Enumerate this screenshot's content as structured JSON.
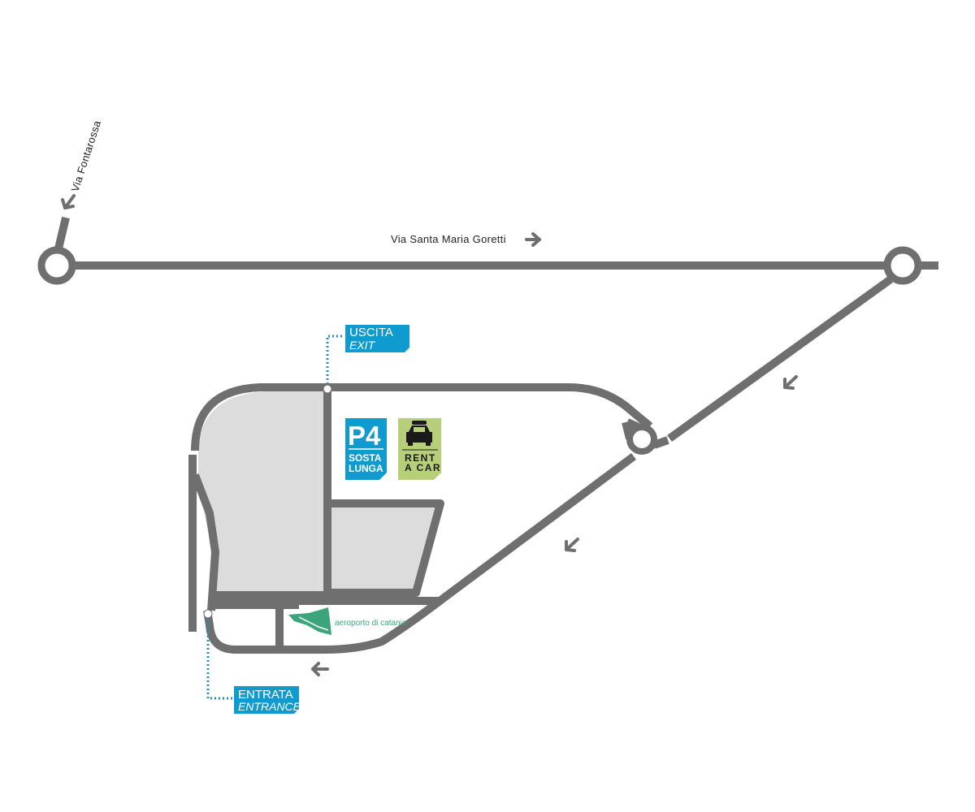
{
  "roads": {
    "via_fontarossa": "Via Fontarossa",
    "via_santa_maria_goretti": "Via Santa Maria Goretti"
  },
  "exit_tag": {
    "line1": "USCITA",
    "line2": "EXIT"
  },
  "entrance_tag": {
    "line1": "ENTRATA",
    "line2": "ENTRANCE"
  },
  "parking_sign": {
    "title": "P4",
    "line1": "SOSTA",
    "line2": "LUNGA"
  },
  "rent_sign": {
    "line1": "RENT",
    "line2": "A CAR"
  },
  "airport_logo": {
    "text": "aeroporto di catania"
  },
  "colors": {
    "road": "#6f6f6f",
    "lot_fill": "#dcdcdc",
    "tag_blue": "#0f9bd0",
    "rent_green": "#b7cf78",
    "airport_green": "#3aa57a",
    "dotted_path": "#2a8fb5"
  },
  "icons": {
    "direction_arrow": "arrow-icon",
    "roundabout": "roundabout-icon",
    "car": "car-icon"
  }
}
